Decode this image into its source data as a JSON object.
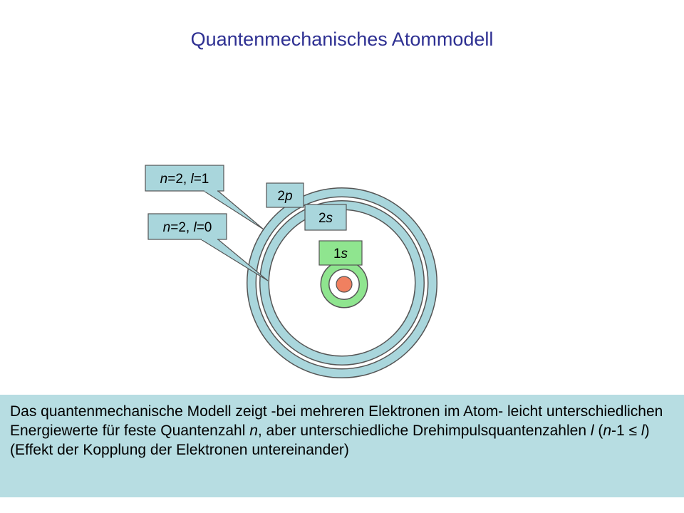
{
  "slide": {
    "title": "Quantenmechanisches Atommodell"
  },
  "diagram": {
    "labels": {
      "orbital_1s": {
        "num": "1",
        "letter": "s"
      },
      "orbital_2s": {
        "num": "2",
        "letter": "s"
      },
      "orbital_2p": {
        "num": "2",
        "letter": "p"
      },
      "callout_l1": {
        "n_sym": "n",
        "n_val": "=2, ",
        "l_sym": "l",
        "l_val": "=1"
      },
      "callout_l0": {
        "n_sym": "n",
        "n_val": "=2, ",
        "l_sym": "l",
        "l_val": "=0"
      }
    },
    "colors": {
      "nucleus": "#f08060",
      "shell_1s": "#8fe58f",
      "shell_n2": "#a9d6dc",
      "label_blue": "#a9d6dc",
      "label_green": "#8fe58f",
      "title": "#2e3092",
      "caption_bg": "#b7dde2"
    }
  },
  "caption": {
    "part1": "Das quantenmechanische Modell zeigt -bei mehreren Elektronen im Atom- leicht unterschiedlichen Energiewerte für feste Quantenzahl ",
    "n_sym": "n",
    "part2": ", aber unterschiedliche Drehimpulsquantenzahlen ",
    "l_sym1": "l",
    "part3": " (",
    "n_sym2": "n",
    "part4": "-1 ≤ ",
    "l_sym2": "l",
    "part5": ") (Effekt der Kopplung  der Elektronen untereinander)"
  }
}
